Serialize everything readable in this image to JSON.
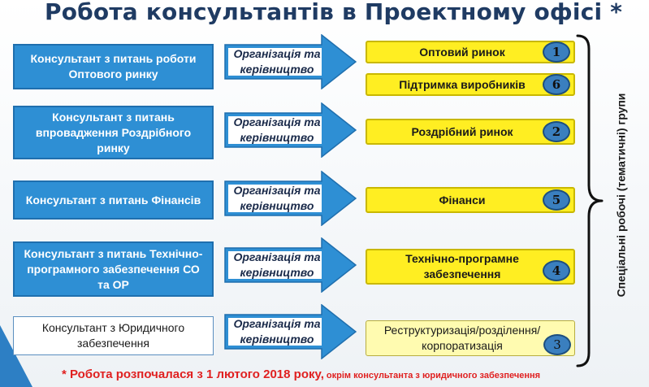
{
  "title": "Робота консультантів в Проектному офісі *",
  "consultants": [
    {
      "label": "Консультант з питань роботи Оптового ринку"
    },
    {
      "label": "Консультант з питань впровадження Роздрібного ринку"
    },
    {
      "label": "Консультант з питань Фінансів"
    },
    {
      "label": "Консультант з питань Технічно-програмного забезпечення СО та ОР"
    },
    {
      "label": "Консультант з Юридичного забезпечення"
    }
  ],
  "arrow_label": "Організація та керівництво",
  "groups": [
    {
      "label": "Оптовий ринок",
      "number": "1"
    },
    {
      "label": "Підтримка виробників",
      "number": "6"
    },
    {
      "label": "Роздрібний ринок",
      "number": "2"
    },
    {
      "label": "Фінанси",
      "number": "5"
    },
    {
      "label": "Технічно-програмне забезпечення",
      "number": "4"
    },
    {
      "label": "Реструктуризація/розділення/ корпоратизація",
      "number": "3"
    }
  ],
  "side_label": "Спеціальні робочі (тематичні) групи",
  "footnote": {
    "main": "* Робота розпочалася з 1 лютого 2018 року,",
    "note": " окрім консультанта з юридичного забезпечення"
  },
  "colors": {
    "title": "#1f3b63",
    "consultant_fill": "#2e8fd4",
    "arrow_fill": "#2e8fd4",
    "group_fill": "#ffee22",
    "number_badge": "#3a7fbf",
    "footnote": "#e02020"
  }
}
